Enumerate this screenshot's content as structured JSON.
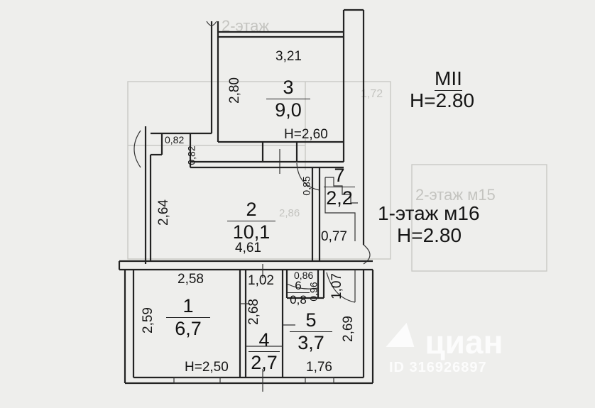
{
  "legend": {
    "level_label": "МII",
    "level_height": "H=2.80",
    "floor_label": "1-этаж м16",
    "floor_height": "H=2.80"
  },
  "rooms": [
    {
      "number": "1",
      "area": "6,7"
    },
    {
      "number": "2",
      "area": "10,1"
    },
    {
      "number": "3",
      "area": "9,0"
    },
    {
      "number": "4",
      "area": "2,7"
    },
    {
      "number": "5",
      "area": "3,7"
    },
    {
      "number": "6",
      "area": "0,8"
    },
    {
      "number": "7",
      "area": "2,2"
    }
  ],
  "dimensions": {
    "d321": "3,21",
    "d280": "2,80",
    "h260": "H=2,60",
    "d082a": "0,82",
    "d082b": "0,82",
    "d085": "0,85",
    "d264": "2,64",
    "d461": "4,61",
    "d077": "0,77",
    "d258": "2,58",
    "d102": "1,02",
    "d086": "0,86",
    "d096": "0,96",
    "d107": "1,07",
    "d259": "2,59",
    "d268": "2,68",
    "d269": "2,69",
    "h250": "H=2,50",
    "d176": "1,76"
  },
  "watermark": {
    "brand": "циан",
    "id": "ID 316926897"
  },
  "background_traces": [
    "2-этаж",
    "1,72",
    "2-этаж м15",
    "2,86"
  ]
}
